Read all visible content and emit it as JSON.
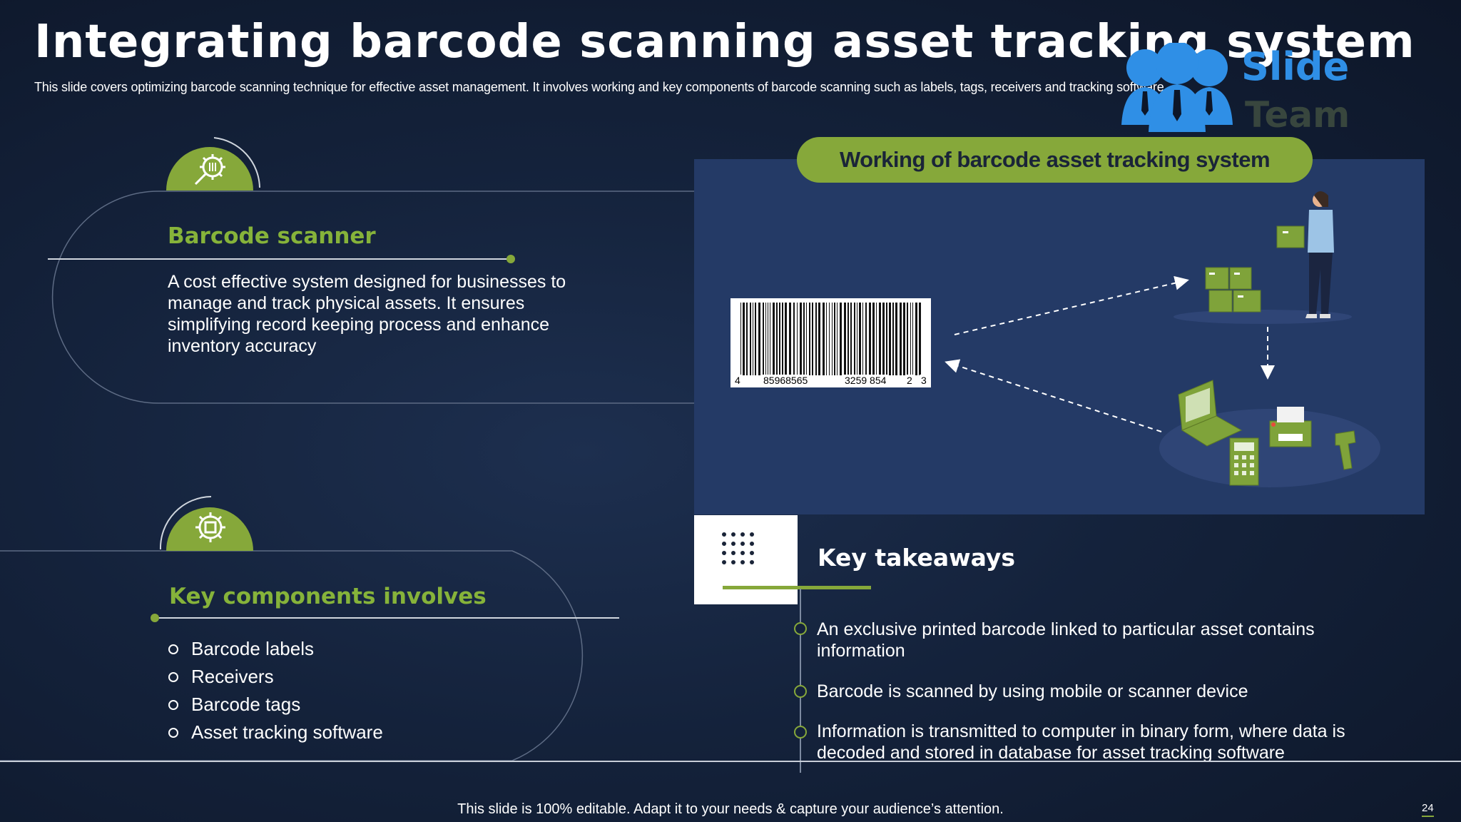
{
  "title": "Integrating barcode scanning asset tracking system",
  "subtitle": "This slide covers optimizing barcode scanning technique for effective asset management. It involves working and key components of barcode scanning such as labels, tags, receivers and tracking software.",
  "logo": {
    "line1": "Slide",
    "line2": "Team",
    "icon": "people-group-icon"
  },
  "section1": {
    "icon": "barcode-scanner-gear-icon",
    "title": "Barcode scanner",
    "description": "A cost effective system designed for businesses to manage and track physical assets. It ensures simplifying record keeping process and enhance inventory  accuracy"
  },
  "section2": {
    "icon": "settings-gear-icon",
    "title": "Key components involves",
    "items": [
      "Barcode labels",
      "Receivers",
      "Barcode tags",
      "Asset tracking software"
    ]
  },
  "panel": {
    "title": "Working of barcode asset tracking system",
    "barcode_digits": [
      "4",
      "85968565",
      "3259 854",
      "2",
      "3"
    ]
  },
  "takeaways": {
    "title": "Key takeaways",
    "items": [
      "An exclusive printed barcode  linked to particular asset contains information",
      "Barcode is scanned by using mobile or scanner device",
      "Information  is transmitted  to computer in binary form, where data is decoded and stored in  database for asset tracking software"
    ]
  },
  "footer": "This slide is 100% editable. Adapt it to your needs & capture your audience’s attention.",
  "page_number": "24",
  "colors": {
    "accent_green": "#86a83a",
    "background": "#14223b",
    "panel": "#243a66",
    "logo_blue": "#2f8fe6"
  }
}
